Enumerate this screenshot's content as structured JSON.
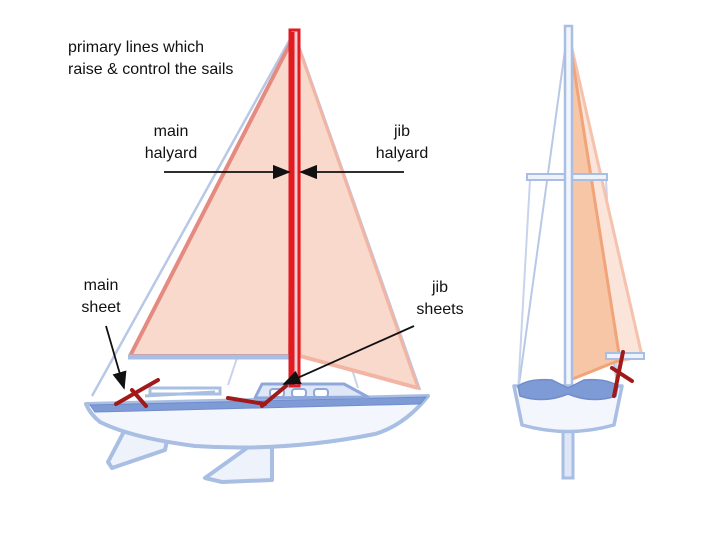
{
  "caption": {
    "line1": "primary lines which",
    "line2": "raise & control the sails"
  },
  "labels": {
    "main_halyard": {
      "line1": "main",
      "line2": "halyard"
    },
    "jib_halyard": {
      "line1": "jib",
      "line2": "halyard"
    },
    "main_sheet": {
      "line1": "main",
      "line2": "sheet"
    },
    "jib_sheets": {
      "line1": "jib",
      "line2": "sheets"
    }
  },
  "colors": {
    "hull_outline": "#a9bee3",
    "hull_fill": "#e9eef8",
    "deck_blue": "#7f9bd6",
    "sail_fill": "#f9d9cc",
    "sail_edge": "#e58a80",
    "rigging": "#b8c8e6",
    "control_line_red": "#e01b22",
    "sheet_dark_red": "#a11a1a",
    "jib_front_fill": "#f6c6a6",
    "jib_front_edge": "#f0a478",
    "arrow": "#111111"
  }
}
